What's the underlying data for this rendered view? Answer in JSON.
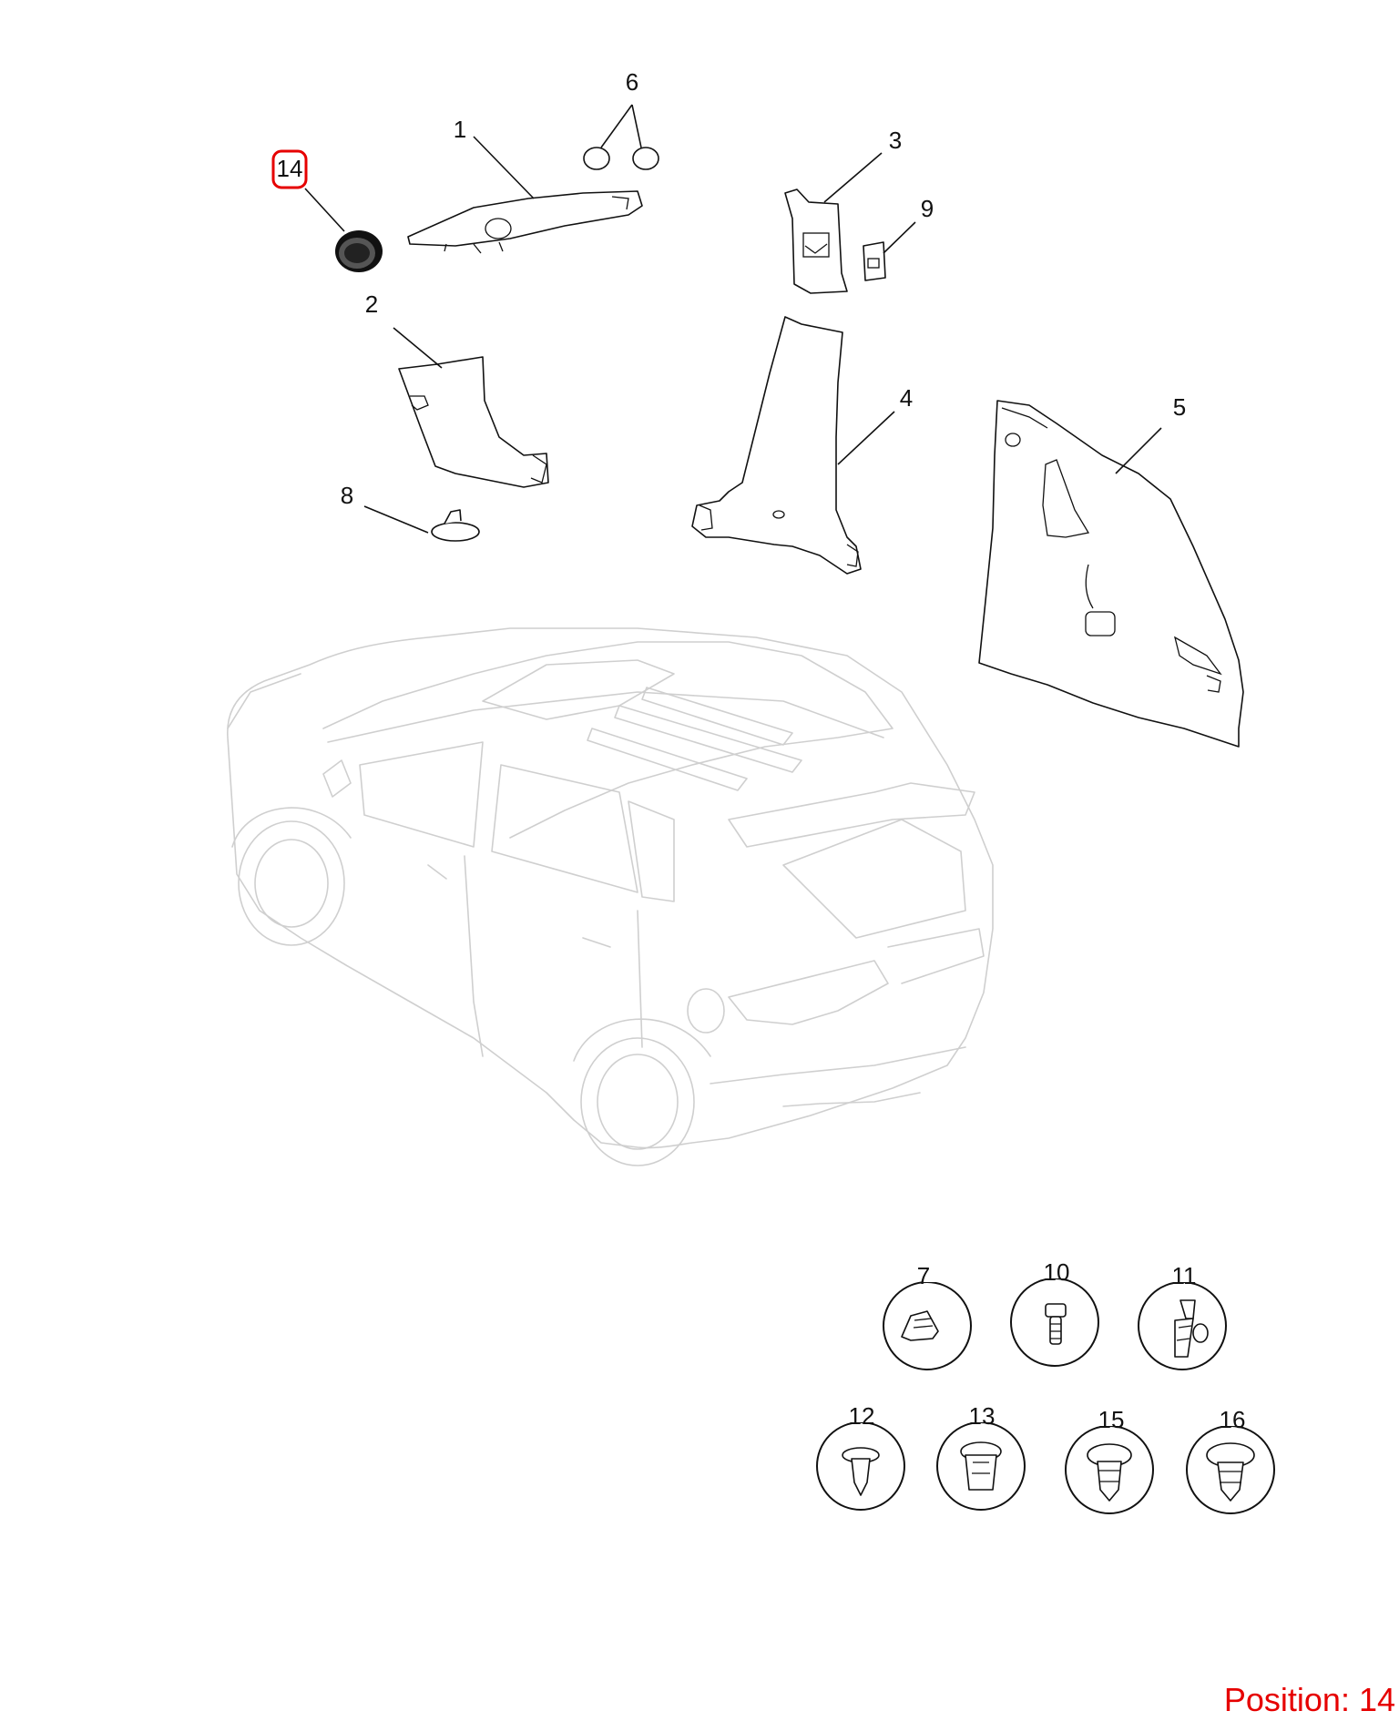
{
  "diagram": {
    "callouts": [
      "1",
      "2",
      "3",
      "4",
      "5",
      "6",
      "7",
      "8",
      "9",
      "10",
      "11",
      "12",
      "13",
      "14",
      "15",
      "16"
    ],
    "highlighted_callout": "14",
    "highlight_color": "#e60000",
    "line_color": "#111111",
    "ghost_color": "#cfcfcf"
  },
  "footer": {
    "position_label": "Position: 14",
    "color": "#e60000"
  }
}
